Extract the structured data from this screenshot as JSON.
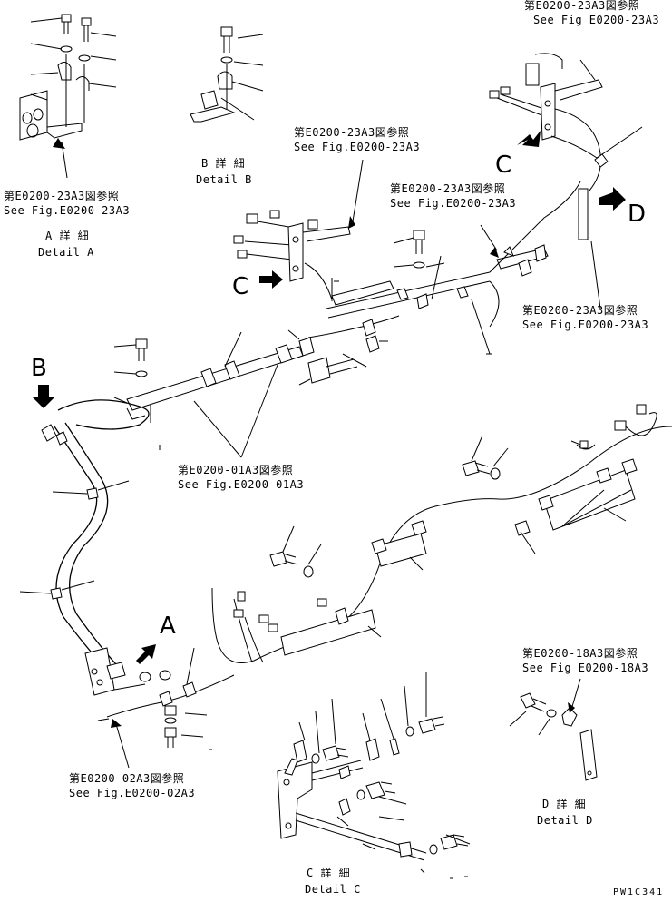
{
  "ref_notes": {
    "fig_23a3_jp": "第E0200-23A3図参照",
    "fig_23a3_en_dot": "See Fig.E0200-23A3",
    "fig_23a3_en_top": "See Fig E0200-23A3",
    "fig_01a3_jp": "第E0200-01A3図参照",
    "fig_01a3_en": "See Fig.E0200-01A3",
    "fig_02a3_jp": "第E0200-02A3図参照",
    "fig_02a3_en": "See Fig.E0200-02A3",
    "fig_18a3_jp": "第E0200-18A3図参照",
    "fig_18a3_en": "See Fig E0200-18A3"
  },
  "details": {
    "a_jp": "A 詳 細",
    "a_en": "Detail A",
    "b_jp": "B 詳 細",
    "b_en": "Detail B",
    "c_jp": "C 詳 細",
    "c_en": "Detail C",
    "d_jp": "D 詳 細",
    "d_en": "Detail D"
  },
  "view_letters": {
    "a": "A",
    "b": "B",
    "c": "C",
    "d": "D"
  },
  "drawing_code": "PW1C341"
}
